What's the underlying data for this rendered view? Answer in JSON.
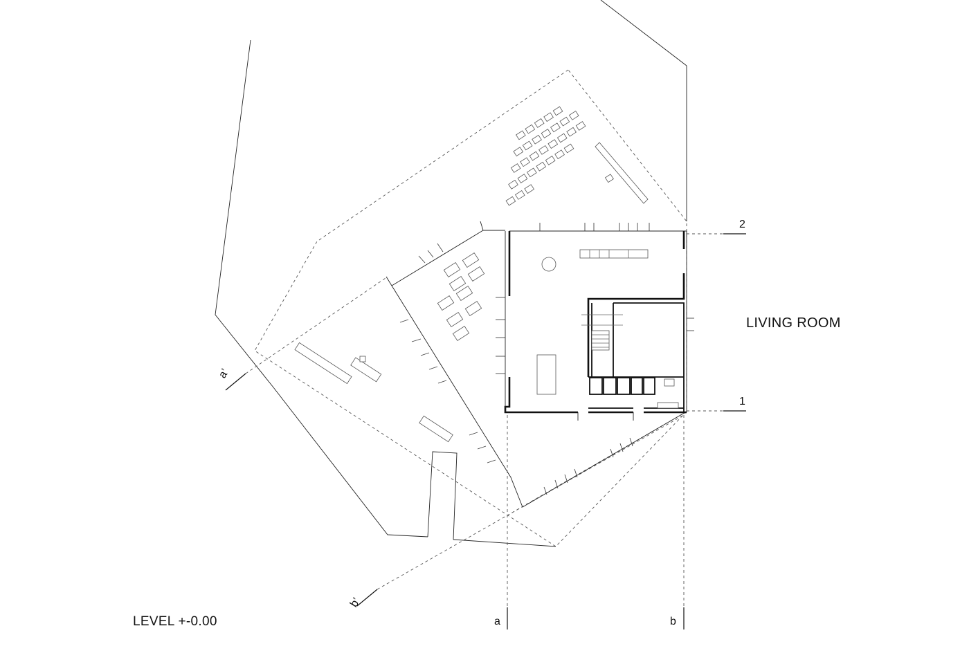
{
  "drawing": {
    "room_label": "LIVING ROOM",
    "level_label": "LEVEL +-0.00"
  },
  "section_markers": {
    "a": "a",
    "b": "b",
    "a_prime": "a’",
    "b_prime": "b’",
    "one": "1",
    "two": "2"
  }
}
